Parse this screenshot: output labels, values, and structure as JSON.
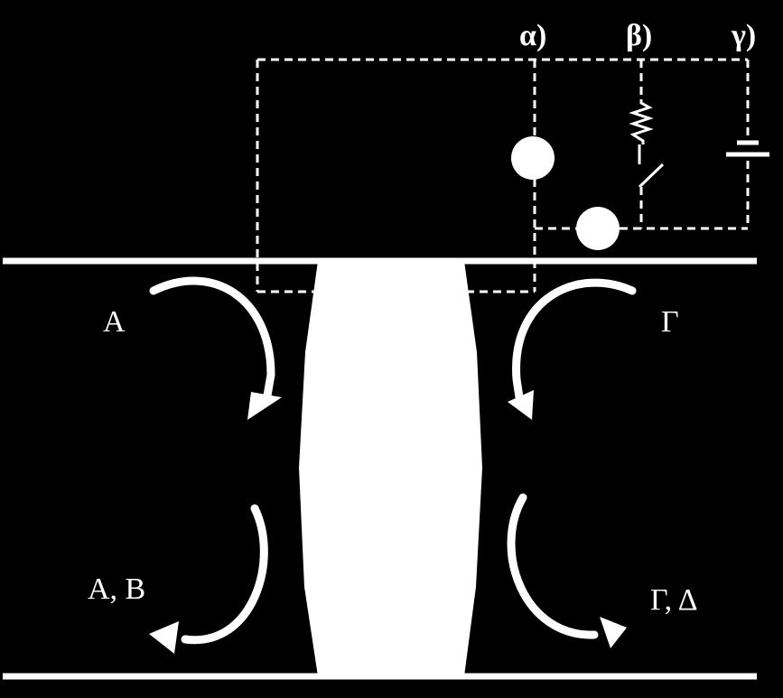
{
  "colors": {
    "background": "#000000",
    "foreground": "#ffffff"
  },
  "circuit": {
    "label_alpha": "α)",
    "label_beta": "β)",
    "label_gamma": "γ)"
  },
  "flow": {
    "label_left_top": "A",
    "label_left_bottom": "A, B",
    "label_right_top": "Γ",
    "label_right_bottom": "Γ, Δ"
  },
  "icons": [
    "lamp-icon",
    "resistor-icon",
    "switch-icon",
    "battery-icon",
    "curved-arrow-icon"
  ]
}
